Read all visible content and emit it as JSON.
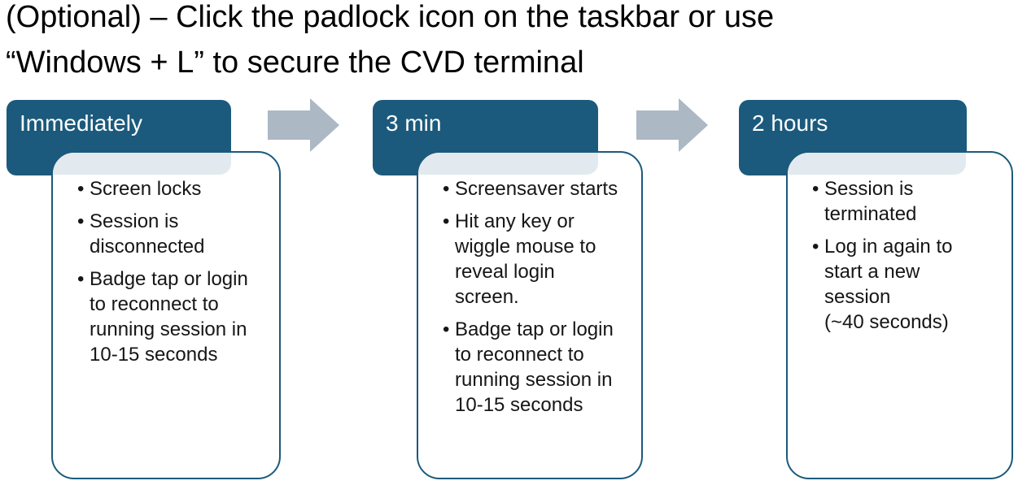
{
  "slide": {
    "title_lines": [
      "(Optional) – Click the padlock icon on the taskbar or use",
      "“Windows + L” to secure the CVD terminal"
    ]
  },
  "stages": [
    {
      "header": "Immediately",
      "bullets": [
        "Screen locks",
        "Session is disconnected",
        "Badge tap or login to reconnect to running session in 10-15 seconds"
      ]
    },
    {
      "header": "3 min",
      "bullets": [
        "Screensaver starts",
        "Hit any key or wiggle mouse to reveal login screen.",
        "Badge tap or login to reconnect to running session in 10-15 seconds"
      ]
    },
    {
      "header": "2 hours",
      "bullets": [
        "Session is terminated",
        "Log in again to start a new session\n(~40 seconds)"
      ]
    }
  ],
  "icons": {
    "connector": "right-block-arrow"
  },
  "colors": {
    "stage_header_bg": "#1B5A7C",
    "card_border": "#1B5A7C",
    "card_band": "#E3EAEF",
    "arrow": "#ACB8C4",
    "title_text": "#000000",
    "body_text": "#161616",
    "header_text": "#FFFFFF"
  }
}
